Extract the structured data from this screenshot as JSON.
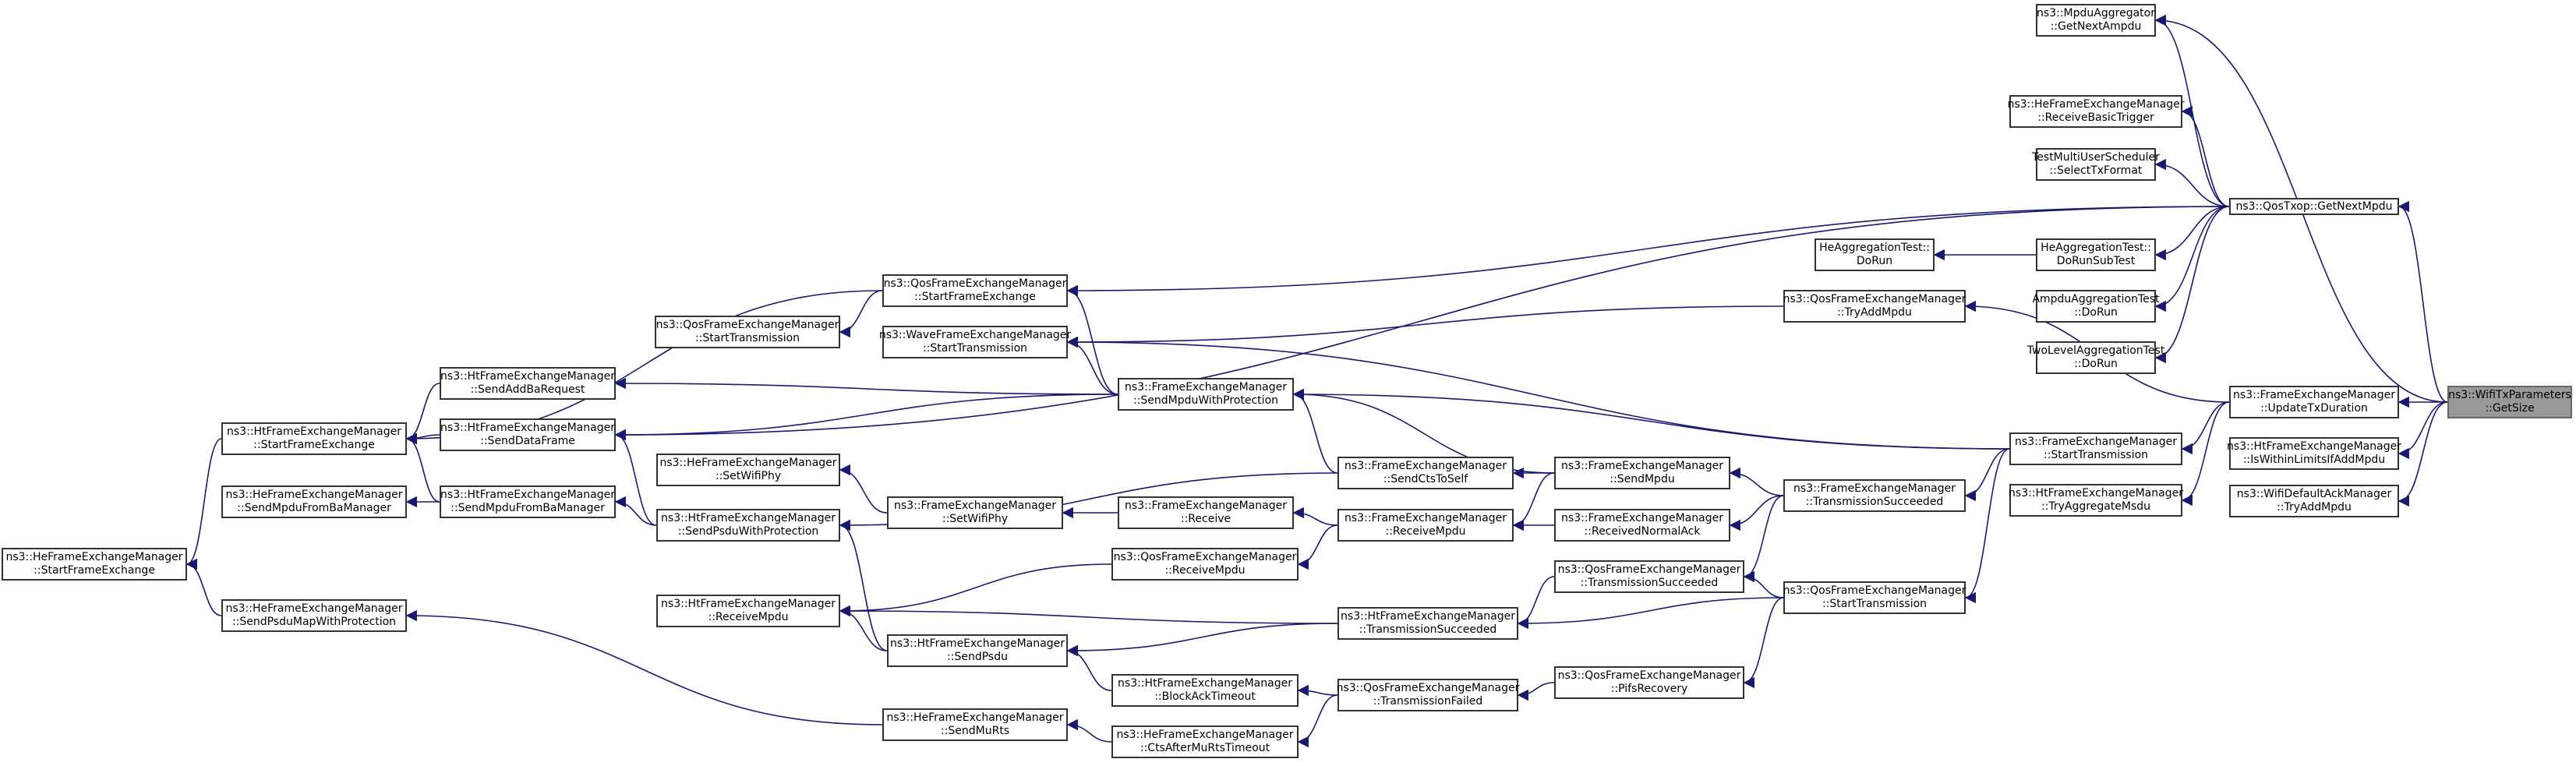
{
  "colors": {
    "edge": "#191970",
    "node_border": "#333333",
    "root_fill": "#999999",
    "node_fill": "#ffffff"
  },
  "nodes": [
    {
      "id": "root",
      "root": true,
      "lines": [
        "ns3::WifiTxParameters",
        "::GetSize"
      ]
    },
    {
      "id": "qos_getnext",
      "lines": [
        "ns3::QosTxop::GetNextMpdu"
      ]
    },
    {
      "id": "mpdu_agg",
      "lines": [
        "ns3::MpduAggregator",
        "::GetNextAmpdu"
      ]
    },
    {
      "id": "he_rbt",
      "lines": [
        "ns3::HeFrameExchangeManager",
        "::ReceiveBasicTrigger"
      ]
    },
    {
      "id": "test_mus",
      "lines": [
        "TestMultiUserScheduler",
        "::SelectTxFormat"
      ]
    },
    {
      "id": "heagg_drs",
      "lines": [
        "HeAggregationTest::",
        "DoRunSubTest"
      ]
    },
    {
      "id": "heagg_dr",
      "lines": [
        "HeAggregationTest::",
        "DoRun"
      ]
    },
    {
      "id": "ampdu_dr",
      "lines": [
        "AmpduAggregationTest",
        "::DoRun"
      ]
    },
    {
      "id": "twolvl_dr",
      "lines": [
        "TwoLevelAggregationTest",
        "::DoRun"
      ]
    },
    {
      "id": "fem_utd",
      "lines": [
        "ns3::FrameExchangeManager",
        "::UpdateTxDuration"
      ]
    },
    {
      "id": "htfem_iwl",
      "lines": [
        "ns3::HtFrameExchangeManager",
        "::IsWithinLimitsIfAddMpdu"
      ]
    },
    {
      "id": "wdam_tam",
      "lines": [
        "ns3::WifiDefaultAckManager",
        "::TryAddMpdu"
      ]
    },
    {
      "id": "qfem_tam",
      "lines": [
        "ns3::QosFrameExchangeManager",
        "::TryAddMpdu"
      ]
    },
    {
      "id": "fem_st",
      "lines": [
        "ns3::FrameExchangeManager",
        "::StartTransmission"
      ]
    },
    {
      "id": "htfem_tam",
      "lines": [
        "ns3::HtFrameExchangeManager",
        "::TryAggregateMsdu"
      ]
    },
    {
      "id": "fem_ts",
      "lines": [
        "ns3::FrameExchangeManager",
        "::TransmissionSucceeded"
      ]
    },
    {
      "id": "qfem_st2",
      "lines": [
        "ns3::QosFrameExchangeManager",
        "::StartTransmission"
      ]
    },
    {
      "id": "fem_sm",
      "lines": [
        "ns3::FrameExchangeManager",
        "::SendMpdu"
      ]
    },
    {
      "id": "fem_rna",
      "lines": [
        "ns3::FrameExchangeManager",
        "::ReceivedNormalAck"
      ]
    },
    {
      "id": "qfem_ts",
      "lines": [
        "ns3::QosFrameExchangeManager",
        "::TransmissionSucceeded"
      ]
    },
    {
      "id": "qfem_pr",
      "lines": [
        "ns3::QosFrameExchangeManager",
        "::PifsRecovery"
      ]
    },
    {
      "id": "fem_smwp",
      "lines": [
        "ns3::FrameExchangeManager",
        "::SendMpduWithProtection"
      ]
    },
    {
      "id": "fem_scts",
      "lines": [
        "ns3::FrameExchangeManager",
        "::SendCtsToSelf"
      ]
    },
    {
      "id": "fem_rm",
      "lines": [
        "ns3::FrameExchangeManager",
        "::ReceiveMpdu"
      ]
    },
    {
      "id": "htfem_ts",
      "lines": [
        "ns3::HtFrameExchangeManager",
        "::TransmissionSucceeded"
      ]
    },
    {
      "id": "qfem_tf",
      "lines": [
        "ns3::QosFrameExchangeManager",
        "::TransmissionFailed"
      ]
    },
    {
      "id": "qfem_sfe",
      "lines": [
        "ns3::QosFrameExchangeManager",
        "::StartFrameExchange"
      ]
    },
    {
      "id": "wfem_st",
      "lines": [
        "ns3::WaveFrameExchangeManager",
        "::StartTransmission"
      ]
    },
    {
      "id": "fem_rcv",
      "lines": [
        "ns3::FrameExchangeManager",
        "::Receive"
      ]
    },
    {
      "id": "qfem_rm",
      "lines": [
        "ns3::QosFrameExchangeManager",
        "::ReceiveMpdu"
      ]
    },
    {
      "id": "htfem_sp",
      "lines": [
        "ns3::HtFrameExchangeManager",
        "::SendPsdu"
      ]
    },
    {
      "id": "htfem_bat",
      "lines": [
        "ns3::HtFrameExchangeManager",
        "::BlockAckTimeout"
      ]
    },
    {
      "id": "hefem_cam",
      "lines": [
        "ns3::HeFrameExchangeManager",
        "::CtsAfterMuRtsTimeout"
      ]
    },
    {
      "id": "fem_swp",
      "lines": [
        "ns3::FrameExchangeManager",
        "::SetWifiPhy"
      ]
    },
    {
      "id": "hefem_smr",
      "lines": [
        "ns3::HeFrameExchangeManager",
        "::SendMuRts"
      ]
    },
    {
      "id": "qfem_strans",
      "lines": [
        "ns3::QosFrameExchangeManager",
        "::StartTransmission"
      ]
    },
    {
      "id": "htfem_sab",
      "lines": [
        "ns3::HtFrameExchangeManager",
        "::SendAddBaRequest"
      ]
    },
    {
      "id": "htfem_sdf",
      "lines": [
        "ns3::HtFrameExchangeManager",
        "::SendDataFrame"
      ]
    },
    {
      "id": "htfem_smfb",
      "lines": [
        "ns3::HtFrameExchangeManager",
        "::SendMpduFromBaManager"
      ]
    },
    {
      "id": "htfem_spwp",
      "lines": [
        "ns3::HtFrameExchangeManager",
        "::SendPsduWithProtection"
      ]
    },
    {
      "id": "htfem_rm",
      "lines": [
        "ns3::HtFrameExchangeManager",
        "::ReceiveMpdu"
      ]
    },
    {
      "id": "hefem_swp",
      "lines": [
        "ns3::HeFrameExchangeManager",
        "::SetWifiPhy"
      ]
    },
    {
      "id": "htfem_sfe",
      "lines": [
        "ns3::HtFrameExchangeManager",
        "::StartFrameExchange"
      ]
    },
    {
      "id": "hefem_smfb",
      "lines": [
        "ns3::HeFrameExchangeManager",
        "::SendMpduFromBaManager"
      ]
    },
    {
      "id": "hefem_spmwp",
      "lines": [
        "ns3::HeFrameExchangeManager",
        "::SendPsduMapWithProtection"
      ]
    },
    {
      "id": "hefem_sfe",
      "lines": [
        "ns3::HeFrameExchangeManager",
        "::StartFrameExchange"
      ]
    }
  ],
  "edges": [
    [
      "root",
      "qos_getnext"
    ],
    [
      "root",
      "mpdu_agg"
    ],
    [
      "root",
      "fem_utd"
    ],
    [
      "root",
      "htfem_iwl"
    ],
    [
      "root",
      "wdam_tam"
    ],
    [
      "qos_getnext",
      "mpdu_agg"
    ],
    [
      "qos_getnext",
      "he_rbt"
    ],
    [
      "qos_getnext",
      "test_mus"
    ],
    [
      "qos_getnext",
      "heagg_drs"
    ],
    [
      "qos_getnext",
      "ampdu_dr"
    ],
    [
      "qos_getnext",
      "twolvl_dr"
    ],
    [
      "qos_getnext",
      "qfem_sfe"
    ],
    [
      "qos_getnext",
      "htfem_sdf"
    ],
    [
      "heagg_drs",
      "heagg_dr"
    ],
    [
      "fem_utd",
      "qfem_tam"
    ],
    [
      "fem_utd",
      "fem_st"
    ],
    [
      "fem_utd",
      "htfem_tam"
    ],
    [
      "qfem_tam",
      "wfem_st"
    ],
    [
      "fem_st",
      "fem_ts"
    ],
    [
      "fem_st",
      "qfem_st2"
    ],
    [
      "fem_st",
      "fem_smwp"
    ],
    [
      "fem_st",
      "wfem_st"
    ],
    [
      "fem_ts",
      "fem_sm"
    ],
    [
      "fem_ts",
      "fem_rna"
    ],
    [
      "fem_ts",
      "qfem_ts"
    ],
    [
      "qfem_st2",
      "qfem_ts"
    ],
    [
      "qfem_st2",
      "htfem_ts"
    ],
    [
      "qfem_st2",
      "qfem_pr"
    ],
    [
      "fem_sm",
      "fem_smwp"
    ],
    [
      "fem_sm",
      "fem_scts"
    ],
    [
      "fem_sm",
      "fem_rm"
    ],
    [
      "fem_rna",
      "fem_rm"
    ],
    [
      "qfem_ts",
      "htfem_ts"
    ],
    [
      "qfem_pr",
      "qfem_tf"
    ],
    [
      "fem_smwp",
      "qfem_sfe"
    ],
    [
      "fem_smwp",
      "wfem_st"
    ],
    [
      "fem_smwp",
      "htfem_sab"
    ],
    [
      "fem_smwp",
      "htfem_sdf"
    ],
    [
      "fem_scts",
      "fem_smwp"
    ],
    [
      "fem_scts",
      "htfem_spwp"
    ],
    [
      "fem_rm",
      "fem_rcv"
    ],
    [
      "fem_rm",
      "qfem_rm"
    ],
    [
      "htfem_ts",
      "htfem_rm"
    ],
    [
      "htfem_ts",
      "htfem_sp"
    ],
    [
      "qfem_tf",
      "htfem_bat"
    ],
    [
      "qfem_tf",
      "hefem_cam"
    ],
    [
      "qfem_sfe",
      "qfem_strans"
    ],
    [
      "qfem_sfe",
      "htfem_sfe"
    ],
    [
      "fem_rcv",
      "fem_swp"
    ],
    [
      "qfem_rm",
      "htfem_rm"
    ],
    [
      "htfem_sp",
      "htfem_spwp"
    ],
    [
      "htfem_sp",
      "htfem_rm"
    ],
    [
      "htfem_bat",
      "htfem_sp"
    ],
    [
      "hefem_cam",
      "hefem_smr"
    ],
    [
      "fem_swp",
      "hefem_swp"
    ],
    [
      "hefem_smr",
      "hefem_spmwp"
    ],
    [
      "htfem_sab",
      "htfem_sfe"
    ],
    [
      "htfem_sdf",
      "htfem_sfe"
    ],
    [
      "htfem_smfb",
      "htfem_sfe"
    ],
    [
      "htfem_smfb",
      "hefem_smfb"
    ],
    [
      "htfem_spwp",
      "htfem_sdf"
    ],
    [
      "htfem_spwp",
      "htfem_smfb"
    ],
    [
      "htfem_sfe",
      "hefem_sfe"
    ],
    [
      "hefem_spmwp",
      "hefem_sfe"
    ]
  ]
}
